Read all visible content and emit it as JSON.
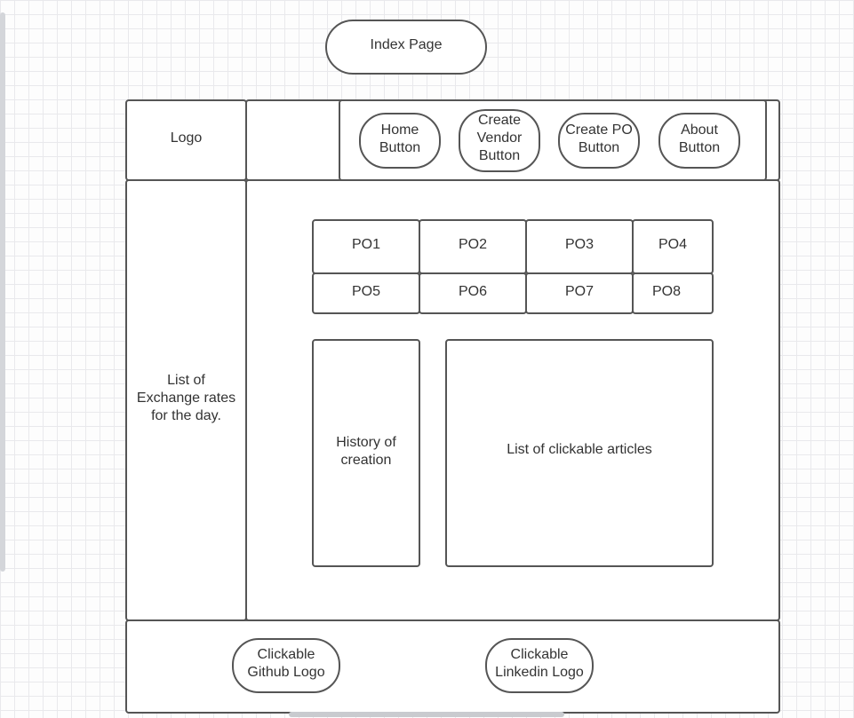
{
  "title": "Index Page",
  "header": {
    "logo_label": "Logo",
    "nav": {
      "home": "Home\nButton",
      "create_vendor": "Create\nVendor\nButton",
      "create_po": "Create PO\nButton",
      "about": "About\nButton"
    }
  },
  "sidebar": {
    "label": "List of\nExchange rates\nfor the day."
  },
  "po_grid": {
    "cells": [
      "PO1",
      "PO2",
      "PO3",
      "PO4",
      "PO5",
      "PO6",
      "PO7",
      "PO8"
    ]
  },
  "history": {
    "label": "History of\ncreation"
  },
  "articles": {
    "label": "List of clickable articles"
  },
  "footer": {
    "github": "Clickable\nGithub Logo",
    "linkedin": "Clickable\nLinkedin Logo"
  },
  "colors": {
    "stroke": "#555555",
    "fill": "#ffffff",
    "grid": "#e9e9ec"
  }
}
